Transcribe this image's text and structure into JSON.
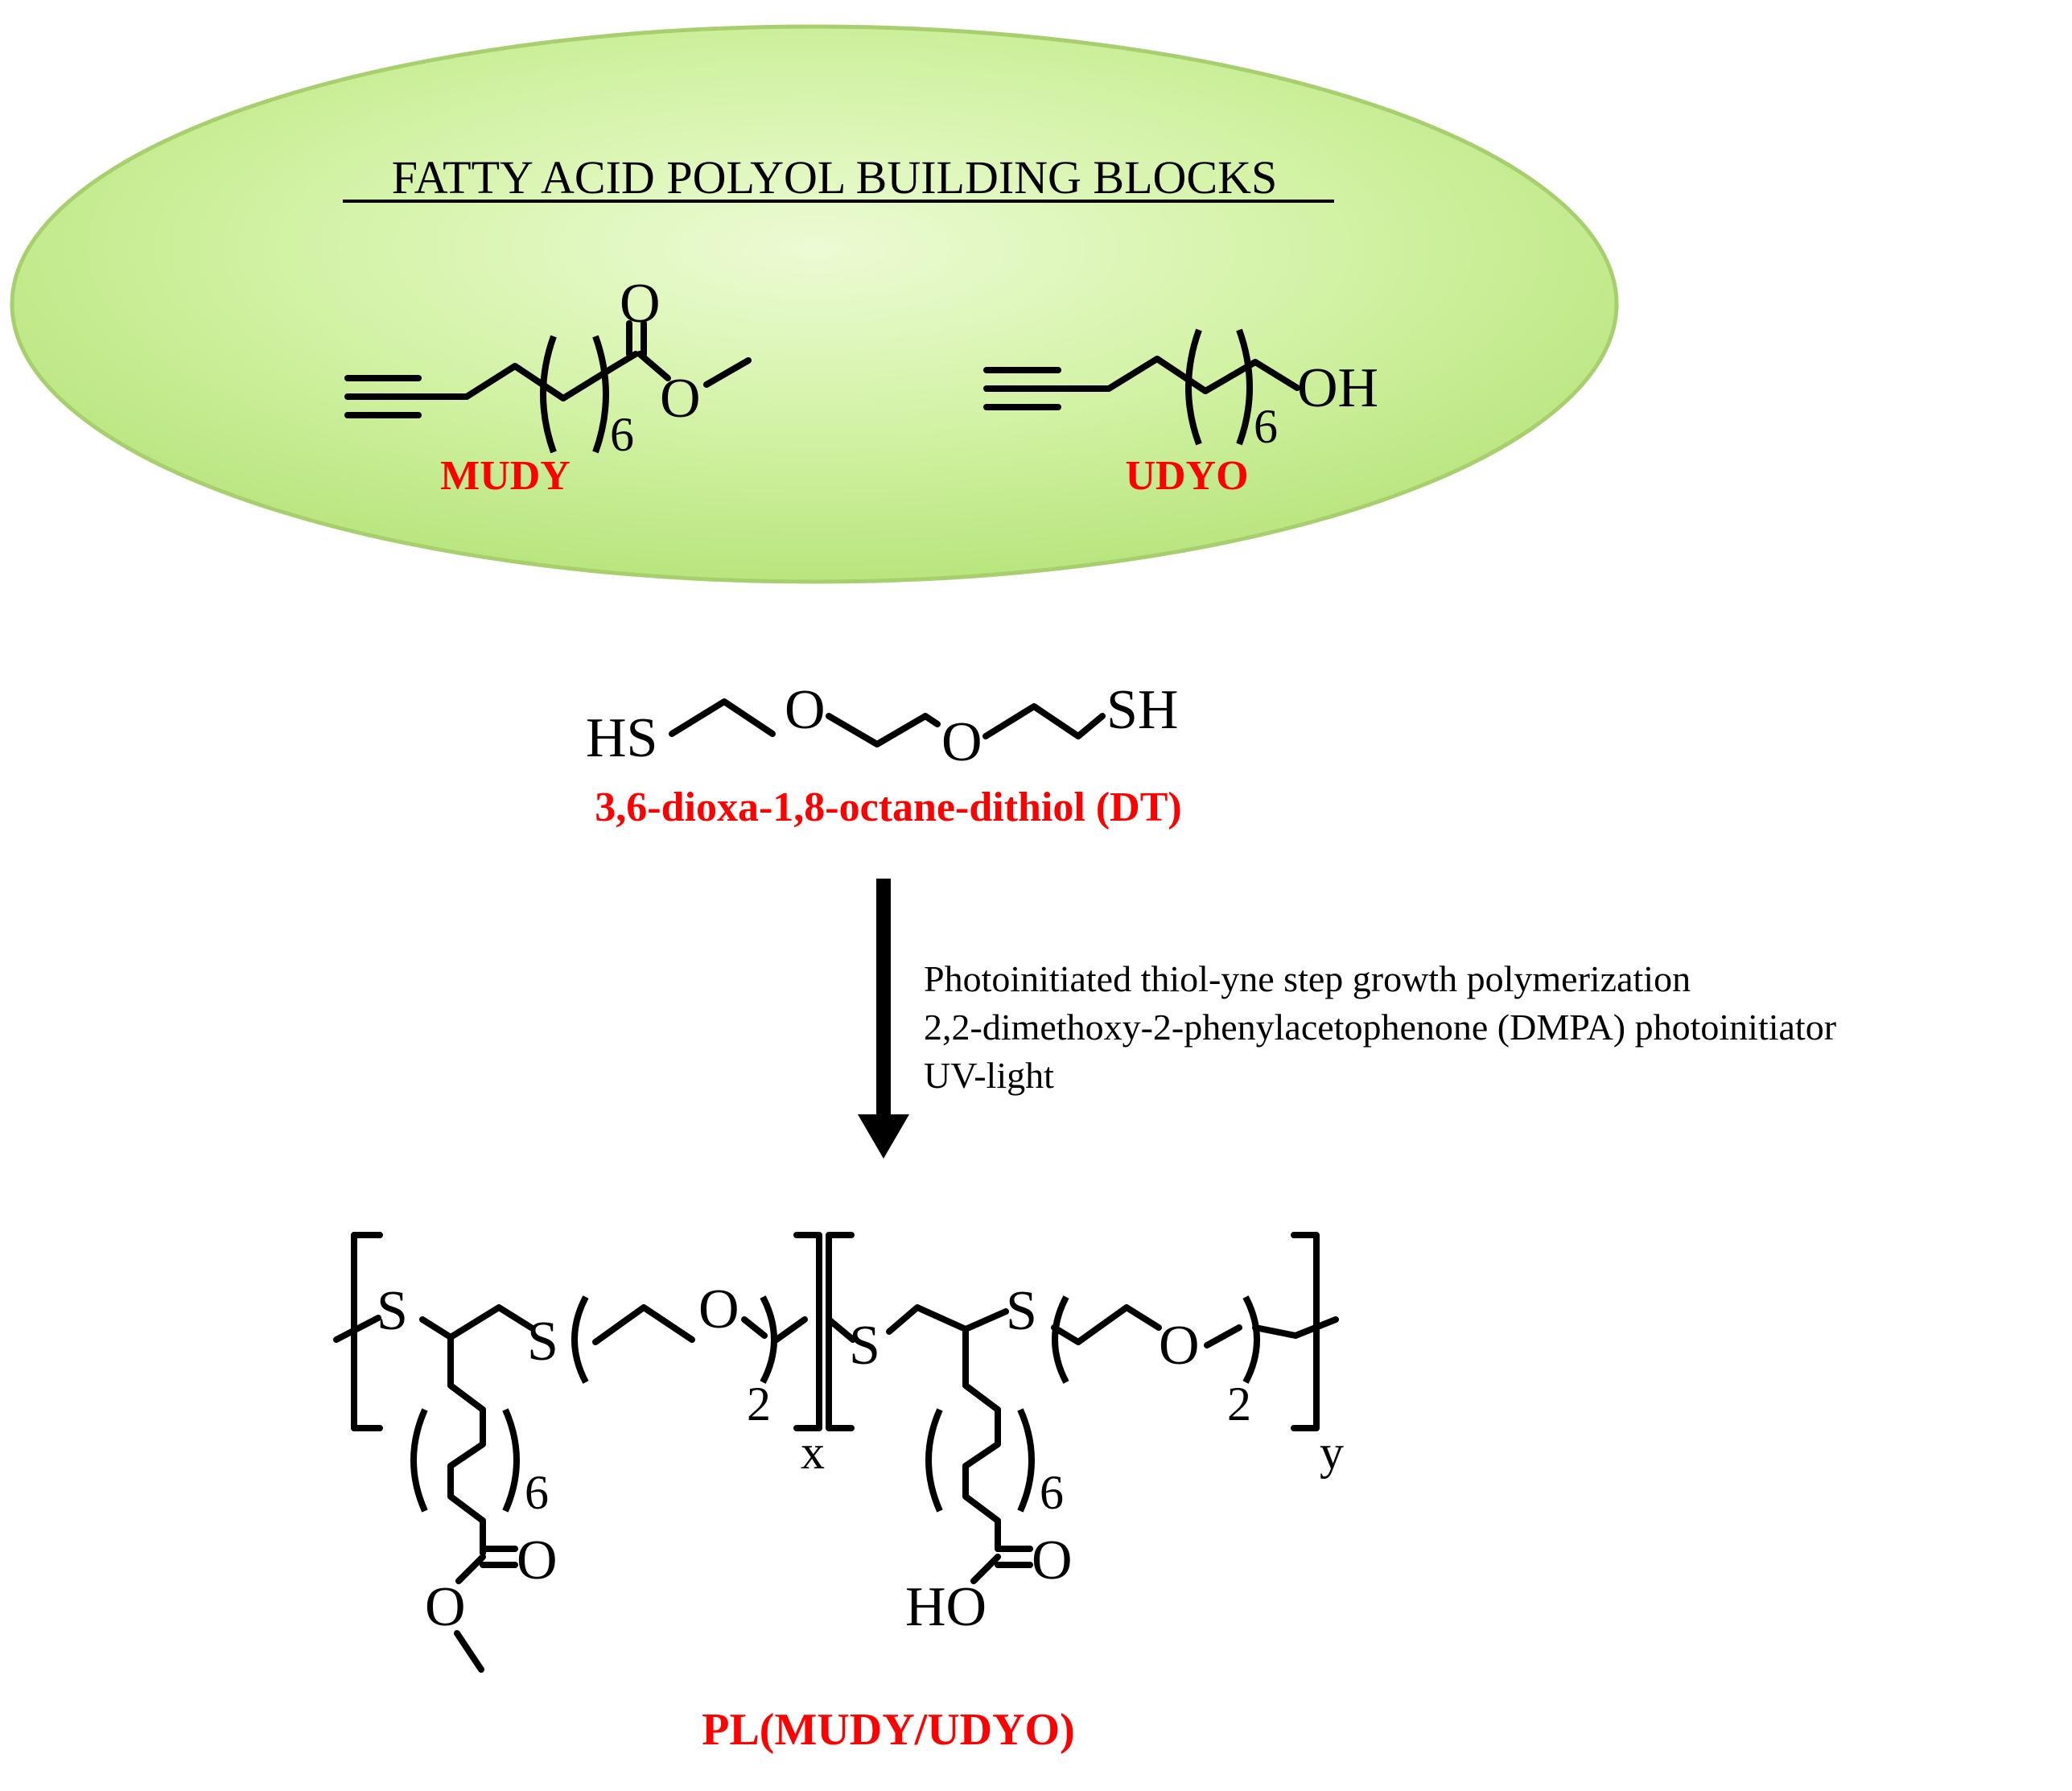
{
  "building_blocks": {
    "title": "FATTY ACID POLYOL BUILDING BLOCKS",
    "oval_color": "#c4ee8a",
    "oval_edge_color": "#a8cf6e",
    "mudy": {
      "label": "MUDY",
      "carbonyl_o": "O",
      "ester_o": "O",
      "repeat_n": "6"
    },
    "udyo": {
      "label": "UDYO",
      "hydroxyl": "OH",
      "repeat_n": "6"
    }
  },
  "dithiol": {
    "hs_left": "HS",
    "o1": "O",
    "o2": "O",
    "sh_right": "SH",
    "label": "3,6-dioxa-1,8-octane-dithiol (DT)"
  },
  "reaction": {
    "conditions": [
      "Photoinitiated thiol-yne step growth polymerization",
      "2,2-dimethoxy-2-phenylacetophenone (DMPA) photoinitiator",
      "UV-light"
    ]
  },
  "polymer": {
    "unit_x": {
      "s1": "S",
      "s2": "S",
      "o_ether": "O",
      "ether_n": "2",
      "side_n": "6",
      "carbonyl_o": "O",
      "ester_o": "O",
      "subscript": "x"
    },
    "unit_y": {
      "s1": "S",
      "s2": "S",
      "o_ether": "O",
      "ether_n": "2",
      "side_n": "6",
      "carbonyl_o": "O",
      "hydroxyl": "HO",
      "subscript": "y"
    },
    "label": "PL(MUDY/UDYO)"
  },
  "colors": {
    "label_red": "#ff0000",
    "ink": "#000000"
  }
}
